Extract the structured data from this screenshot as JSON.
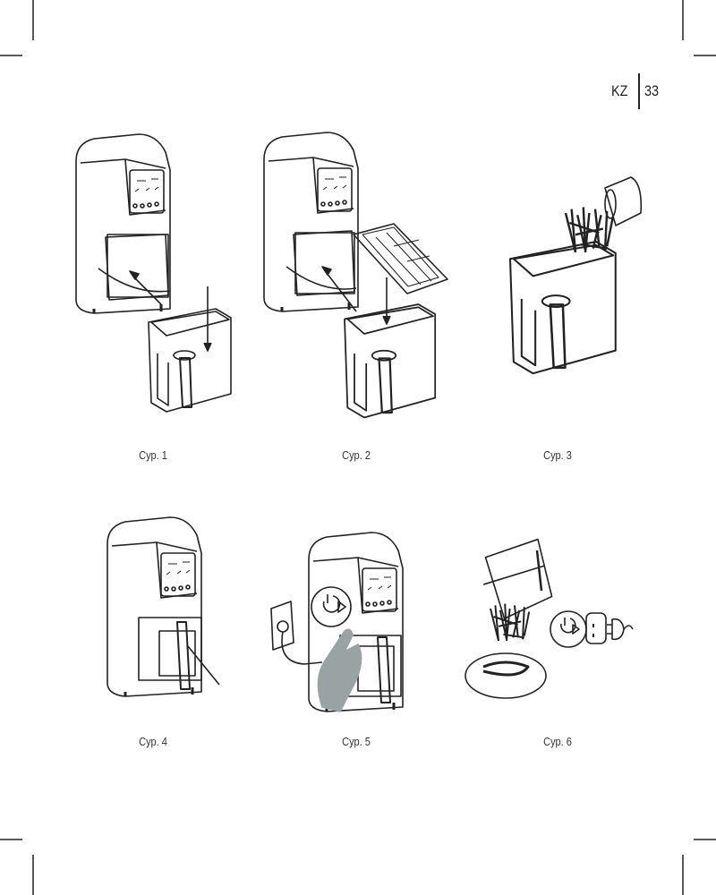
{
  "header": {
    "lang": "KZ",
    "page_number": "33"
  },
  "figures": [
    {
      "caption": "Сур. 1"
    },
    {
      "caption": "Сур. 2"
    },
    {
      "caption": "Сур. 3"
    },
    {
      "caption": "Сур. 4"
    },
    {
      "caption": "Сур. 5"
    },
    {
      "caption": "Сур. 6"
    }
  ],
  "colors": {
    "line": "#222222",
    "hand": "#9aa3a3"
  }
}
